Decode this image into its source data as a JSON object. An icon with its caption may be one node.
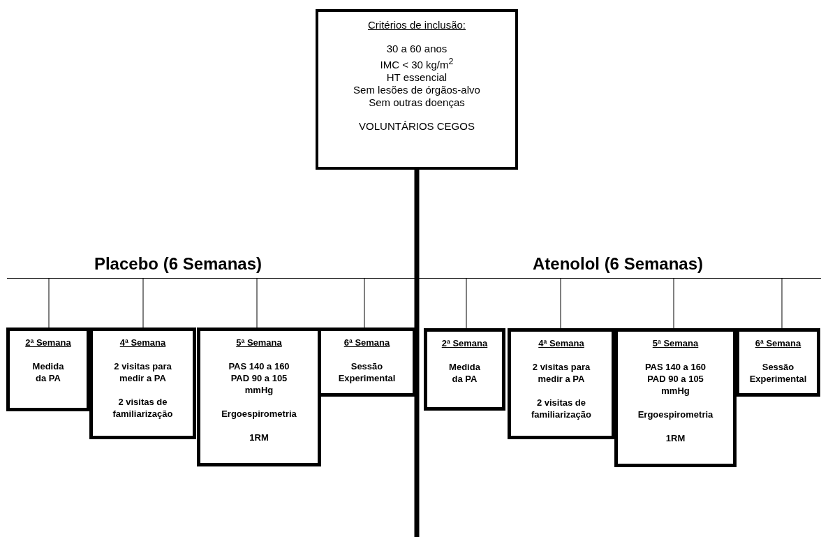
{
  "diagram": {
    "nodes": [
      {
        "text": [
          "Critérios de inclusão:",
          "30 a 60 anos",
          "IMC < 30 kg/m$^{2}$",
          "HT essencial",
          "Sem lesões de órgãos-alvo",
          "Sem outras doenças",
          "VOLUNTÁRIOS CEGOS"
        ]
      },
      {
        "text": [],
        "shape": "bar"
      },
      {
        "text": [
          "2ª Semana",
          "Medida da PA"
        ]
      },
      {
        "text": [
          "4ª Semana",
          "2 visitas para medir a PA",
          "2 visitas de familiarização"
        ]
      },
      {
        "text": [
          "5ª Semana",
          "PAS 140 a 160 PAD 90 a 105 mmHg",
          "Ergoespirometria",
          "1RM"
        ]
      },
      {
        "text": [
          "6ª Semana",
          "Sessão Experimental"
        ]
      },
      {
        "text": [
          "2ª Semana",
          "Medida da PA"
        ]
      },
      {
        "text": [
          "4ª Semana",
          "2 visitas para medir a PA",
          "2 visitas de familiarização"
        ]
      },
      {
        "text": [
          "5ª Semana",
          "PAS 140 a 160 PAD 90 a 105 mmHg",
          "Ergoespirometria",
          "1RM"
        ]
      },
      {
        "text": [
          "6ª Semana",
          "Sessão Experimental"
        ]
      }
    ],
    "edges": [
      {
        "from": 0,
        "to": null,
        "arrow": "none",
        "style": "thick"
      },
      {
        "from": 1,
        "to": 2,
        "arrow": "none"
      },
      {
        "from": 1,
        "to": 3,
        "arrow": "none"
      },
      {
        "from": 1,
        "to": 4,
        "arrow": "none"
      },
      {
        "from": 1,
        "to": 5,
        "arrow": "none"
      },
      {
        "from": 1,
        "to": 6,
        "arrow": "none"
      },
      {
        "from": 1,
        "to": 7,
        "arrow": "none"
      },
      {
        "from": 1,
        "to": 8,
        "arrow": "none"
      },
      {
        "from": 1,
        "to": 9,
        "arrow": "none"
      }
    ],
    "labels": [
      "Placebo (6 Semanas)",
      "Atenolol (6 Semanas)"
    ]
  }
}
